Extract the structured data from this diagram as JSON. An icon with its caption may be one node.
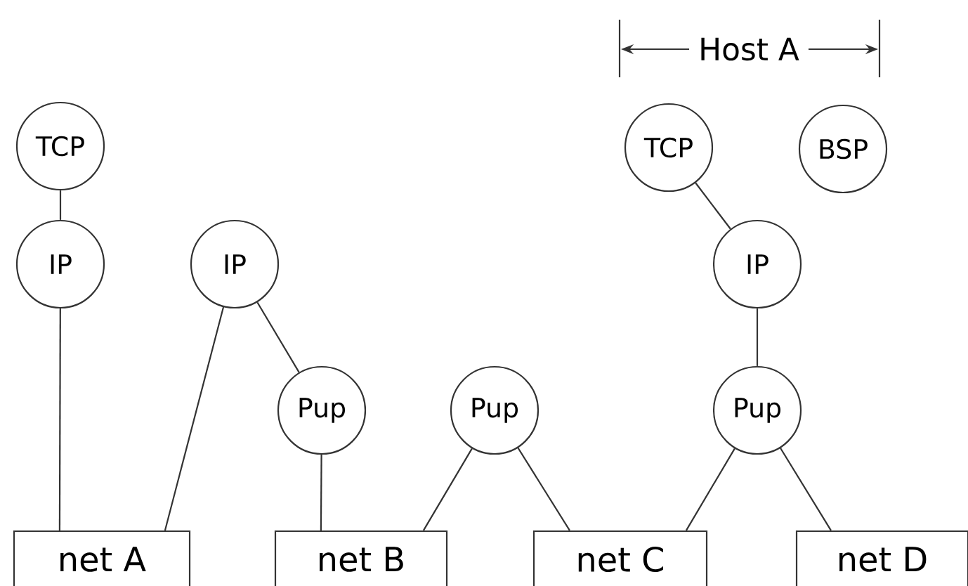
{
  "diagram": {
    "nodes": [
      {
        "text": [
          "TCP"
        ]
      },
      {
        "text": [
          "IP"
        ]
      },
      {
        "text": [
          "IP"
        ]
      },
      {
        "text": [
          "Pup"
        ]
      },
      {
        "text": [
          "Pup"
        ]
      },
      {
        "text": [
          "TCP"
        ]
      },
      {
        "text": [
          "BSP"
        ]
      },
      {
        "text": [
          "IP"
        ]
      },
      {
        "text": [
          "Pup"
        ]
      },
      {
        "text": [
          "net A"
        ]
      },
      {
        "text": [
          "net B"
        ]
      },
      {
        "text": [
          "net C"
        ]
      },
      {
        "text": [
          "net D"
        ]
      }
    ],
    "edges": [
      {
        "from": 0,
        "to": 1,
        "arrow": "none"
      },
      {
        "from": 1,
        "to": 9,
        "arrow": "none"
      },
      {
        "from": 2,
        "to": 9,
        "arrow": "none"
      },
      {
        "from": 2,
        "to": 3,
        "arrow": "none"
      },
      {
        "from": 3,
        "to": 10,
        "arrow": "none"
      },
      {
        "from": 4,
        "to": 10,
        "arrow": "none"
      },
      {
        "from": 4,
        "to": 11,
        "arrow": "none"
      },
      {
        "from": 5,
        "to": 7,
        "arrow": "none"
      },
      {
        "from": 7,
        "to": 8,
        "arrow": "none"
      },
      {
        "from": 8,
        "to": 11,
        "arrow": "none"
      },
      {
        "from": 8,
        "to": 12,
        "arrow": "none"
      }
    ],
    "labels": [
      "Host A"
    ]
  }
}
